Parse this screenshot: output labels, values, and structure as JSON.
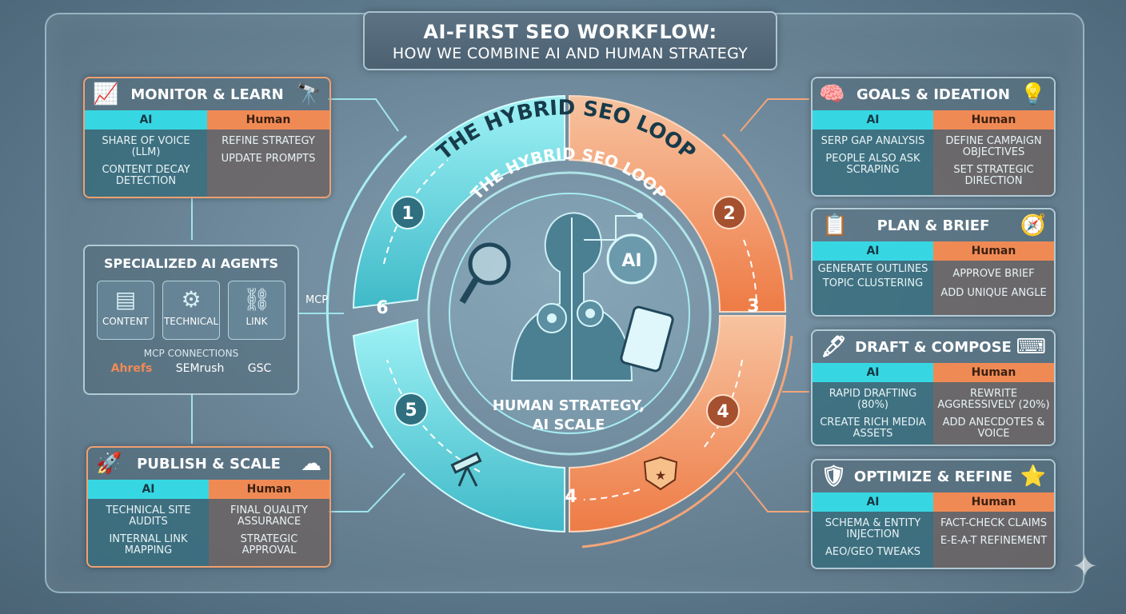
{
  "title": {
    "line1": "AI-FIRST SEO WORKFLOW:",
    "line2": "HOW WE COMBINE AI AND HUMAN STRATEGY"
  },
  "loop": {
    "outer_label": "THE HYBRID SEO LOOP",
    "inner_label": "THE HYBRID SEO LOOP",
    "center_text_1": "HUMAN STRATEGY,",
    "center_text_2": "AI SCALE",
    "ai_badge": "AI",
    "steps": [
      "1",
      "2",
      "3",
      "4",
      "4",
      "5",
      "6"
    ],
    "colors": {
      "ai": "#46d6e0",
      "human": "#f08a55"
    }
  },
  "columns": {
    "ai": "AI",
    "human": "Human"
  },
  "cards": {
    "monitor": {
      "title": "MONITOR & LEARN",
      "icon": "monitor-chart-icon",
      "icon2": "telescope-icon",
      "ai": [
        "SHARE OF VOICE (LLM)",
        "CONTENT DECAY DETECTION"
      ],
      "human": [
        "REFINE STRATEGY",
        "UPDATE PROMPTS"
      ]
    },
    "publish": {
      "title": "PUBLISH & SCALE",
      "icon": "rocket-icon",
      "icon2": "cloud-icon",
      "ai": [
        "TECHNICAL SITE AUDITS",
        "INTERNAL LINK MAPPING"
      ],
      "human": [
        "FINAL QUALITY ASSURANCE",
        "STRATEGIC APPROVAL"
      ]
    },
    "goals": {
      "title": "GOALS & IDEATION",
      "icon": "brain-icon",
      "icon2": "lightbulb-icon",
      "ai": [
        "SERP GAP ANALYSIS",
        "PEOPLE ALSO ASK SCRAPING"
      ],
      "human": [
        "DEFINE CAMPAIGN OBJECTIVES",
        "SET STRATEGIC DIRECTION"
      ]
    },
    "plan": {
      "title": "PLAN & BRIEF",
      "icon": "clipboard-icon",
      "icon2": "compass-icon",
      "ai": [
        "GENERATE OUTLINES",
        "TOPIC CLUSTERING"
      ],
      "human": [
        "APPROVE BRIEF",
        "ADD UNIQUE ANGLE"
      ]
    },
    "draft": {
      "title": "DRAFT & COMPOSE",
      "icon": "pen-icon",
      "icon2": "typewriter-icon",
      "ai": [
        "RAPID DRAFTING (80%)",
        "CREATE RICH MEDIA ASSETS"
      ],
      "human": [
        "REWRITE AGGRESSIVELY (20%)",
        "ADD ANECDOTES & VOICE"
      ]
    },
    "optimize": {
      "title": "OPTIMIZE & REFINE",
      "icon": "shield-check-icon",
      "icon2": "star-icon",
      "ai": [
        "SCHEMA & ENTITY INJECTION",
        "AEO/GEO TWEAKS"
      ],
      "human": [
        "FACT-CHECK CLAIMS",
        "E-E-A-T REFINEMENT"
      ]
    }
  },
  "agents": {
    "title": "SPECIALIZED AI AGENTS",
    "items": [
      {
        "label": "CONTENT",
        "icon": "document-icon"
      },
      {
        "label": "TECHNICAL",
        "icon": "gear-icon"
      },
      {
        "label": "LINK",
        "icon": "chain-link-icon"
      }
    ],
    "connections_title": "MCP CONNECTIONS",
    "tools": [
      "Ahrefs",
      "SEMrush",
      "GSC"
    ],
    "mcp_label": "MCP"
  }
}
